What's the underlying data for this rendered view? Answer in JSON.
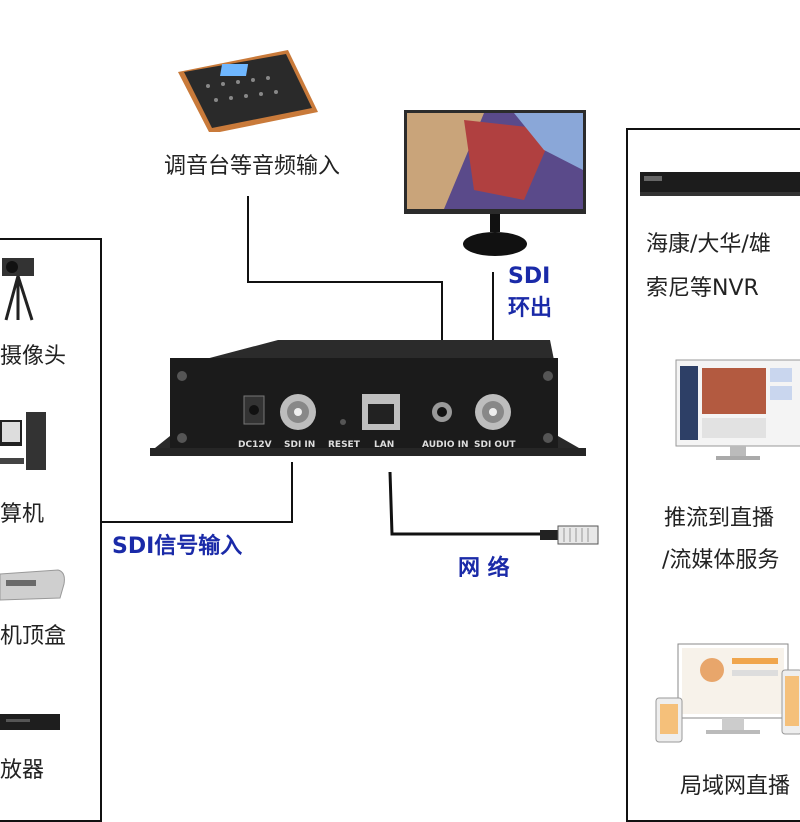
{
  "top": {
    "audio_label": "调音台等音频输入",
    "sdi_loop_line1": "SDI",
    "sdi_loop_line2": "环出"
  },
  "left_panel": {
    "items": [
      {
        "label": "摄像头",
        "icon": "video-camera-icon"
      },
      {
        "label": "算机",
        "icon": "computer-icon"
      },
      {
        "label": "机顶盒",
        "icon": "set-top-box-icon"
      },
      {
        "label": "放器",
        "icon": "player-icon"
      }
    ]
  },
  "device": {
    "ports": [
      "DC12V",
      "SDI IN",
      "RESET",
      "LAN",
      "AUDIO IN",
      "SDI OUT"
    ]
  },
  "bottom": {
    "sdi_input_label": "SDI信号输入",
    "network_label": "网 络"
  },
  "right_panel": {
    "nvr_line1": "海康/大华/雄",
    "nvr_line2": "索尼等NVR",
    "stream_line1": "推流到直播",
    "stream_line2": "/流媒体服务",
    "lan_live_label": "局域网直播"
  },
  "colors": {
    "accent_blue": "#1a2aa8",
    "device_body": "#1b1b1b",
    "line": "#111111"
  }
}
